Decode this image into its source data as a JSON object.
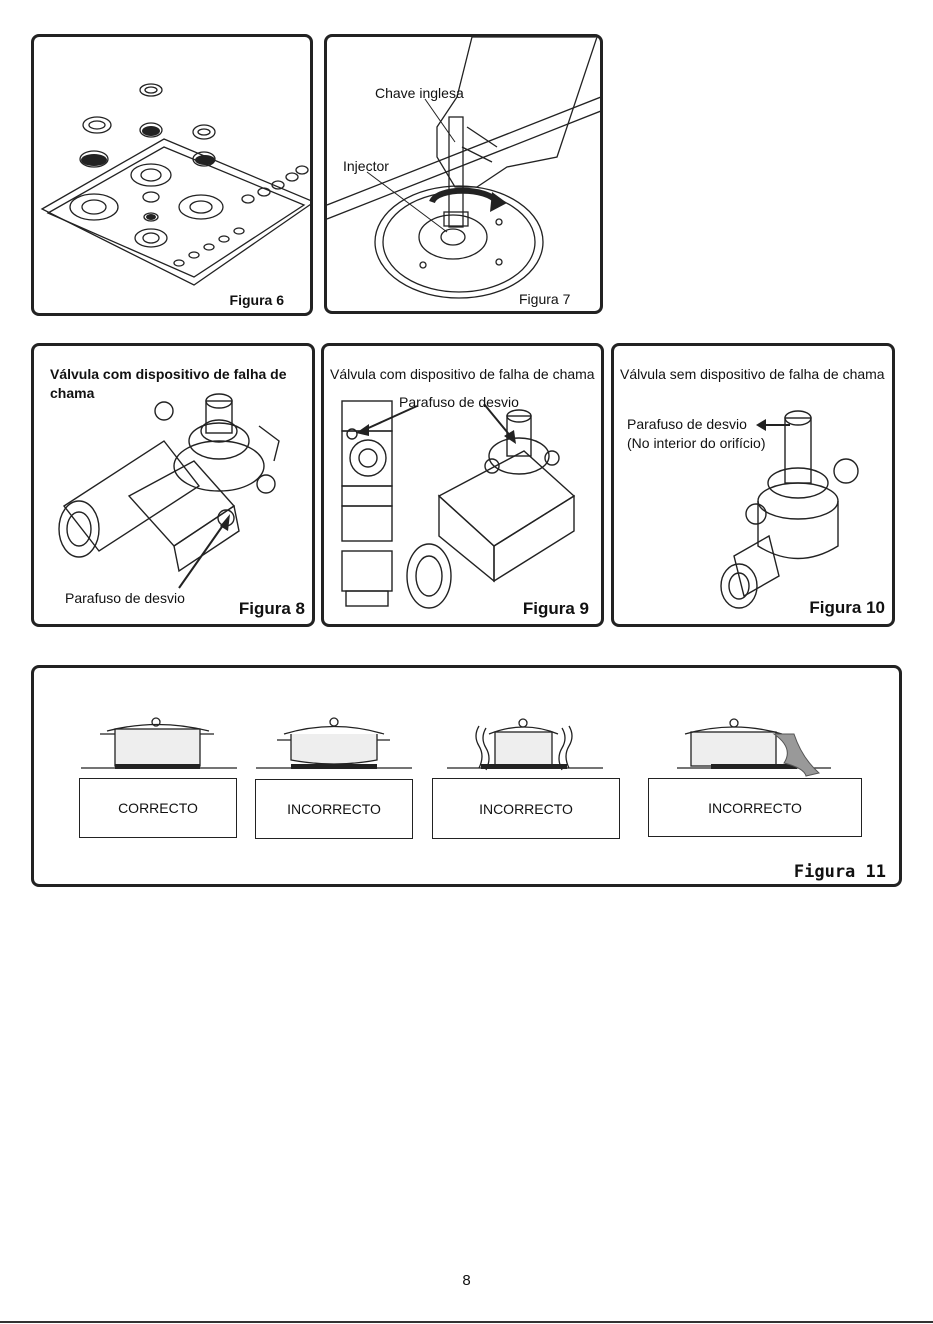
{
  "fig6": {
    "caption": "Figura 6"
  },
  "fig7": {
    "caption": "Figura 7",
    "label_wrench": "Chave inglesa",
    "label_injector": "Injector"
  },
  "fig8": {
    "title_line1": "Válvula com dispositivo de falha de",
    "title_line2": "chama",
    "label_screw": "Parafuso de desvio",
    "caption": "Figura 8"
  },
  "fig9": {
    "title": "Válvula com dispositivo de falha de chama",
    "label_screw": "Parafuso de desvio",
    "caption": "Figura 9"
  },
  "fig10": {
    "title": "Válvula sem dispositivo de falha de chama",
    "label_screw_line1": "Parafuso de desvio",
    "label_screw_line2": "(No interior do orifício)",
    "caption": "Figura 10"
  },
  "fig11": {
    "caption": "Figura 11",
    "labels": [
      "CORRECTO",
      "INCORRECTO",
      "INCORRECTO",
      "INCORRECTO"
    ]
  },
  "page_number": "8"
}
